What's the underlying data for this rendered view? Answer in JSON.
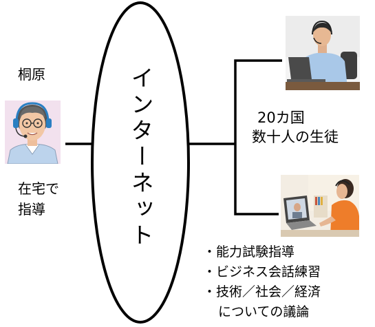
{
  "teacher": {
    "name": "桐原",
    "role_line_1": "在宅で",
    "role_line_2": "指導"
  },
  "network": {
    "label": "インターネット"
  },
  "students": {
    "line_1": "20カ国",
    "line_2": "数十人の生徒"
  },
  "topics": [
    "・能力試験指導",
    "・ビジネス会話練習",
    "・技術／社会／経済",
    "についての議論"
  ],
  "colors": {
    "line": "#000000",
    "skin": "#f2c7a5",
    "shirt_blue": "#bcd3ec",
    "teacher_bg": "#f2e1ee",
    "laptop": "#4a4a4a",
    "orange": "#ee7d2a"
  },
  "icons": {
    "teacher": "person-with-headset-illustration",
    "student_top": "man-with-headset-at-laptop-photo",
    "student_bottom": "woman-video-call-laptop-photo"
  }
}
